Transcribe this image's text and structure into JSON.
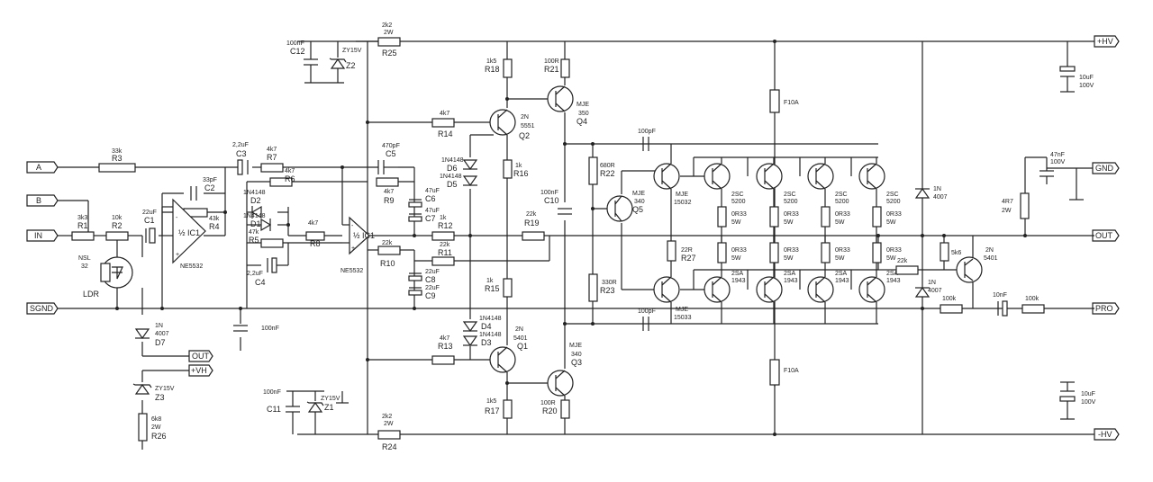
{
  "terminals": {
    "plus_hv": "+HV",
    "minus_hv": "-HV",
    "gnd": "GND",
    "out": "OUT",
    "pro": "PRO",
    "in_a": "A",
    "in_b": "B",
    "in": "IN",
    "sgnd": "SGND",
    "out_small": "OUT",
    "plus_vh": "+VH"
  },
  "resistors": [
    {
      "ref": "R1",
      "val": "3k3"
    },
    {
      "ref": "R2",
      "val": "10k"
    },
    {
      "ref": "R3",
      "val": "33k"
    },
    {
      "ref": "R4",
      "val": "43k"
    },
    {
      "ref": "R5",
      "val": "47k"
    },
    {
      "ref": "R6",
      "val": "4k7"
    },
    {
      "ref": "R7",
      "val": "4k7"
    },
    {
      "ref": "R8",
      "val": "4k7"
    },
    {
      "ref": "R9",
      "val": "4k7"
    },
    {
      "ref": "R10",
      "val": "22k"
    },
    {
      "ref": "R11",
      "val": "22k"
    },
    {
      "ref": "R12",
      "val": "1k"
    },
    {
      "ref": "R13",
      "val": "4k7"
    },
    {
      "ref": "R14",
      "val": "4k7"
    },
    {
      "ref": "R15",
      "val": "1k"
    },
    {
      "ref": "R16",
      "val": "1k"
    },
    {
      "ref": "R17",
      "val": "1k5"
    },
    {
      "ref": "R18",
      "val": "1k5"
    },
    {
      "ref": "R19",
      "val": "22k"
    },
    {
      "ref": "R20",
      "val": "100R"
    },
    {
      "ref": "R21",
      "val": "100R"
    },
    {
      "ref": "R22",
      "val": "680R"
    },
    {
      "ref": "R23",
      "val": "330R"
    },
    {
      "ref": "R24",
      "val": "2k2",
      "sub": "2W"
    },
    {
      "ref": "R25",
      "val": "2k2",
      "sub": "2W"
    },
    {
      "ref": "R26",
      "val": "6k8",
      "sub": "2W"
    },
    {
      "ref": "R27",
      "val": "22R"
    }
  ],
  "capacitors": [
    {
      "ref": "C1",
      "val": "22uF"
    },
    {
      "ref": "C2",
      "val": "33pF"
    },
    {
      "ref": "C3",
      "val": "2,2uF"
    },
    {
      "ref": "C4",
      "val": "2,2uF"
    },
    {
      "ref": "C5",
      "val": "470pF"
    },
    {
      "ref": "C6",
      "val": "47uF"
    },
    {
      "ref": "C7",
      "val": "47uF"
    },
    {
      "ref": "C8",
      "val": "22uF"
    },
    {
      "ref": "C9",
      "val": "22uF"
    },
    {
      "ref": "C10",
      "val": "100nF"
    },
    {
      "ref": "C11",
      "val": "100nF"
    },
    {
      "ref": "C12",
      "val": "100nF"
    }
  ],
  "misc_caps": {
    "c_100nf_ic": "100nF",
    "c_100pf_top": "100pF",
    "c_100pf_bot": "100pF",
    "c_10uf_top": "10uF",
    "c_10uf_top_v": "100V",
    "c_10uf_bot": "10uF",
    "c_10uf_bot_v": "100V",
    "c_47nf": "47nF",
    "c_47nf_v": "100V",
    "c_10nf": "10nF"
  },
  "diodes": {
    "d1": "D1",
    "d2": "D2",
    "d1_part": "1N4148",
    "d2_part": "1N4148",
    "d3": "D3",
    "d4": "D4",
    "d5": "D5",
    "d6": "D6",
    "d3_part": "1N4148",
    "d4_part": "1N4148",
    "d5_part": "1N4148",
    "d6_part": "1N4148",
    "d7": "D7",
    "d7_part": "1N",
    "d7_part2": "4007",
    "z1": "Z1",
    "z2": "Z2",
    "z3": "Z3",
    "z1_part": "ZY15V",
    "z2_part": "ZY15V",
    "z3_part": "ZY15V",
    "d_out_top": "1N",
    "d_out_top2": "4007",
    "d_out_bot": "1N",
    "d_out_bot2": "4007"
  },
  "transistors": {
    "q1": "Q1",
    "q1_part": "2N",
    "q1_part2": "5401",
    "q2": "Q2",
    "q2_part": "2N",
    "q2_part2": "5551",
    "q3": "Q3",
    "q3_part": "MJE",
    "q3_part2": "340",
    "q4": "Q4",
    "q4_part": "MJE",
    "q4_part2": "350",
    "q5": "Q5",
    "q5_part": "MJE",
    "q5_part2": "340",
    "drv_top": "MJE",
    "drv_top2": "15032",
    "drv_bot": "MJE",
    "drv_bot2": "15033",
    "out_npn": "2SC",
    "out_npn2": "5200",
    "out_pnp": "2SA",
    "out_pnp2": "1943",
    "prot": "2N",
    "prot2": "5401"
  },
  "ics": {
    "ic1": "½ IC1",
    "part": "NE5532"
  },
  "emitter_res": {
    "val": "0R33",
    "watt": "5W"
  },
  "fuses": {
    "f1": "F10A",
    "f2": "F10A"
  },
  "ldr": {
    "name": "LDR",
    "type": "NSL",
    "type2": "32"
  },
  "prot_res": {
    "r_4r7": "4R7",
    "r_4r7_w": "2W",
    "r_5k6": "5k6",
    "r_22k": "22k",
    "r_100k_a": "100k",
    "r_100k_b": "100k"
  }
}
